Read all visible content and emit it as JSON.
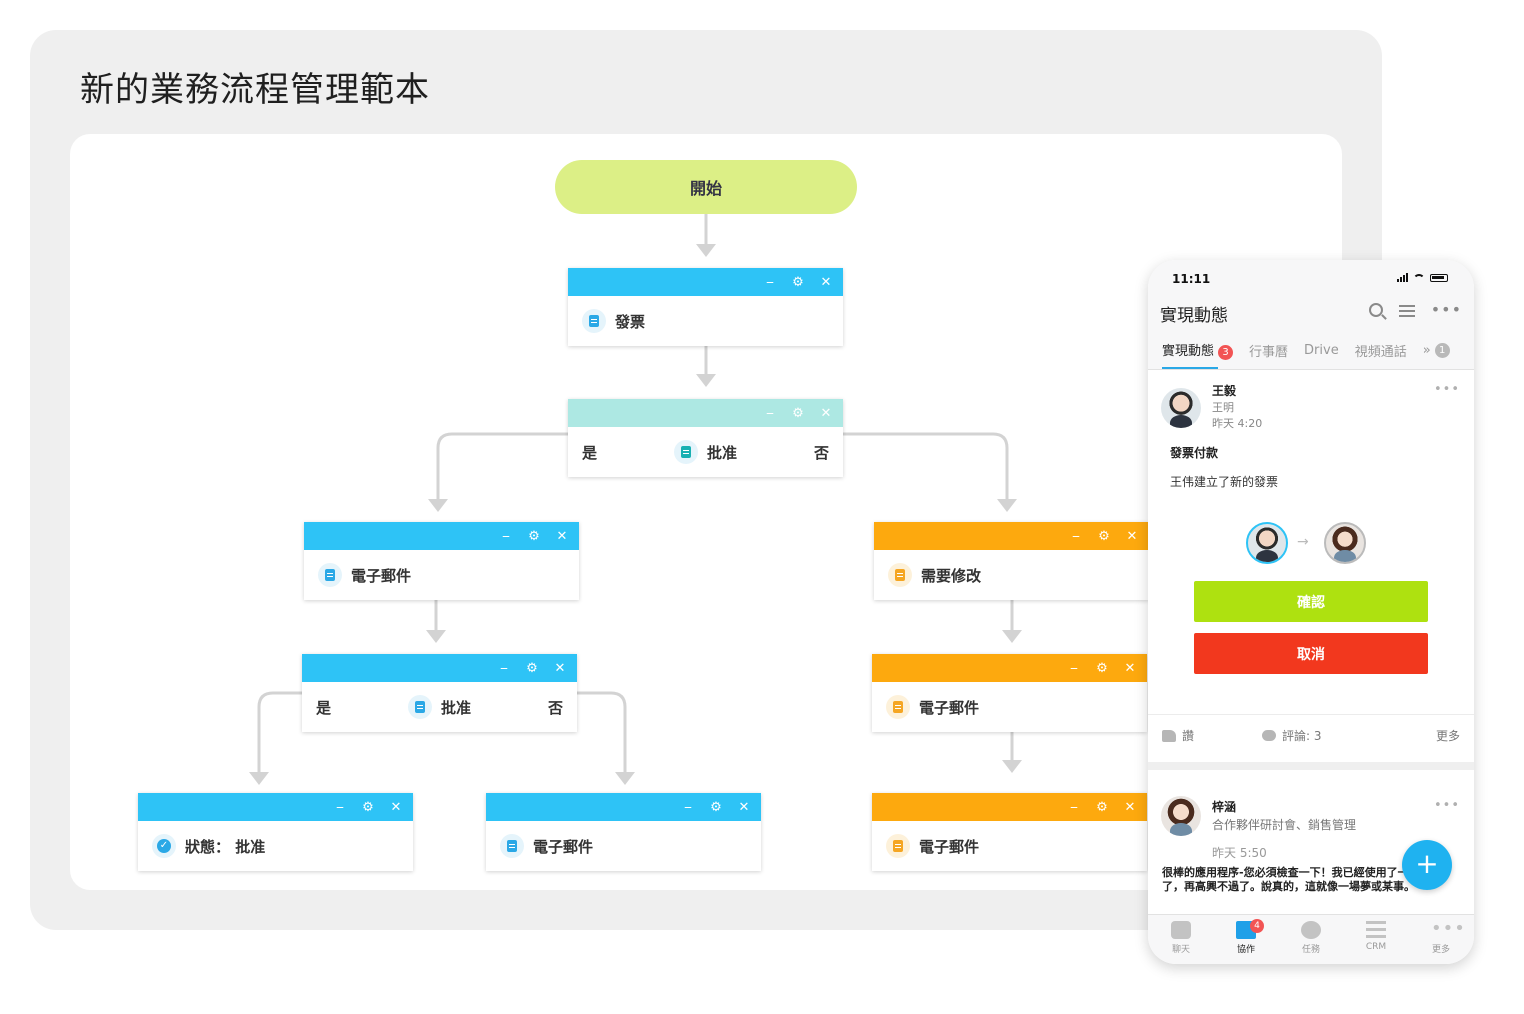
{
  "page": {
    "title": "新的業務流程管理範本"
  },
  "flow": {
    "start_label": "開始",
    "nodes": {
      "invoice": "發票",
      "approve_top": {
        "yes": "是",
        "label": "批准",
        "no": "否"
      },
      "email_left": "電子郵件",
      "revise": "需要修改",
      "approve_left": {
        "yes": "是",
        "label": "批准",
        "no": "否"
      },
      "email_right": "電子郵件",
      "status": "狀態： 批准",
      "email_mid": "電子郵件",
      "email_right_2": "電子郵件"
    },
    "controls": {
      "minimize": "⎯",
      "settings": "⚙",
      "close": "✕"
    }
  },
  "colors": {
    "start": "#dcef86",
    "blue": "#2ec3f6",
    "teal": "#ade8e3",
    "orange": "#fda90e",
    "confirm": "#aee110",
    "cancel": "#f2381e"
  },
  "phone": {
    "time": "11:11",
    "title": "實現動態",
    "tabs": [
      {
        "label": "實現動態",
        "badge": "3"
      },
      {
        "label": "行事曆"
      },
      {
        "label": "Drive"
      },
      {
        "label": "視頻通話"
      }
    ],
    "tab_overflow": "»",
    "tab_overflow_badge": "1",
    "post1": {
      "name": "王毅",
      "sub": "王明",
      "time": "昨天 4:20",
      "subject": "發票付款",
      "line": "王伟建立了新的發票",
      "confirm": "確認",
      "cancel": "取消",
      "like": "讚",
      "comments": "評論: 3",
      "more": "更多"
    },
    "post2": {
      "name": "梓涵",
      "sub": "合作夥伴研討會、銷售管理",
      "time": "昨天 5:50",
      "text": "很棒的應用程序-您必須檢查一下！我已經使用了一個星期了，再高興不過了。說真的，這就像一場夢或某事。"
    },
    "fab": "+",
    "nav": [
      {
        "label": "聊天",
        "icon": "chat-icon"
      },
      {
        "label": "協作",
        "icon": "collab-icon",
        "badge": "4"
      },
      {
        "label": "任務",
        "icon": "task-icon"
      },
      {
        "label": "CRM",
        "icon": "crm-icon"
      },
      {
        "label": "更多",
        "icon": "more-icon"
      }
    ]
  }
}
